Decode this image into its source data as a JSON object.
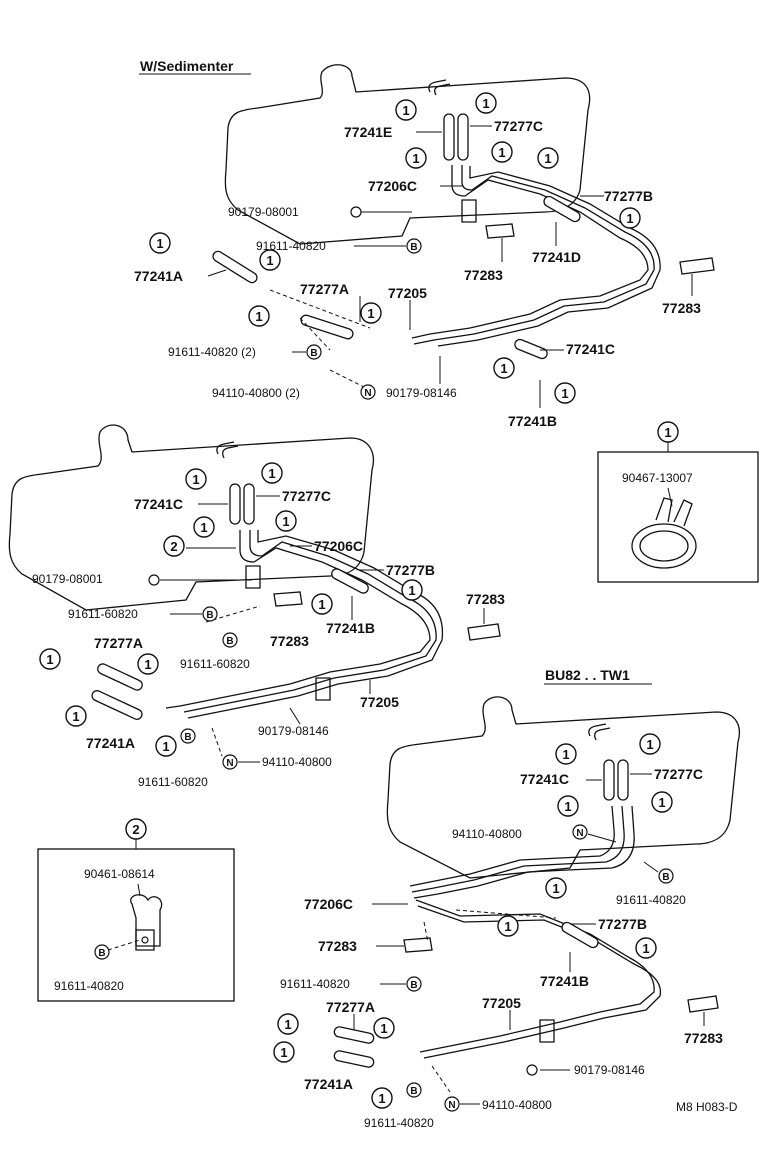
{
  "sections": {
    "top": {
      "heading": "W/Sedimenter",
      "labels": {
        "p77241E": "77241E",
        "p77277C": "77277C",
        "p77206C": "77206C",
        "p77277B": "77277B",
        "p90179_08001": "90179-08001",
        "p91611_40820": "91611-40820",
        "p77241D": "77241D",
        "p77283a": "77283",
        "p77283b": "77283",
        "p77241A": "77241A",
        "p77277A": "77277A",
        "p77205": "77205",
        "p91611_40820_2": "91611-40820 (2)",
        "p94110_40800_2": "94110-40800 (2)",
        "p90179_08146": "90179-08146",
        "p77241C": "77241C",
        "p77241B": "77241B"
      }
    },
    "middle": {
      "labels": {
        "p77241C": "77241C",
        "p77277C": "77277C",
        "p77206C": "77206C",
        "p77277B": "77277B",
        "p90179_08001": "90179-08001",
        "p91611_60820a": "91611-60820",
        "p91611_60820b": "91611-60820",
        "p77283a": "77283",
        "p77241B": "77241B",
        "p77283b": "77283",
        "p77277A": "77277A",
        "p77205": "77205",
        "p77241A": "77241A",
        "p90179_08146": "90179-08146",
        "p94110_40800": "94110-40800",
        "p91611_60820c": "91611-60820"
      }
    },
    "bottom": {
      "heading": "BU82 . . TW1",
      "labels": {
        "p77241C": "77241C",
        "p77277C": "77277C",
        "p94110_40800a": "94110-40800",
        "p91611_40820a": "91611-40820",
        "p77206C": "77206C",
        "p77277B": "77277B",
        "p77283a": "77283",
        "p77241B": "77241B",
        "p91611_40820b": "91611-40820",
        "p77205": "77205",
        "p77283b": "77283",
        "p77277A": "77277A",
        "p90179_08146": "90179-08146",
        "p77241A": "77241A",
        "p94110_40800b": "94110-40800",
        "p91611_40820c": "91611-40820"
      }
    },
    "inset1": {
      "marker": "1",
      "part": "90467-13007"
    },
    "inset2": {
      "marker": "2",
      "part_top": "90461-08614",
      "part_bottom": "91611-40820"
    }
  },
  "markers": {
    "one": "1",
    "two": "2",
    "b": "B",
    "n": "N"
  },
  "footer_code": "M8 H083-D"
}
